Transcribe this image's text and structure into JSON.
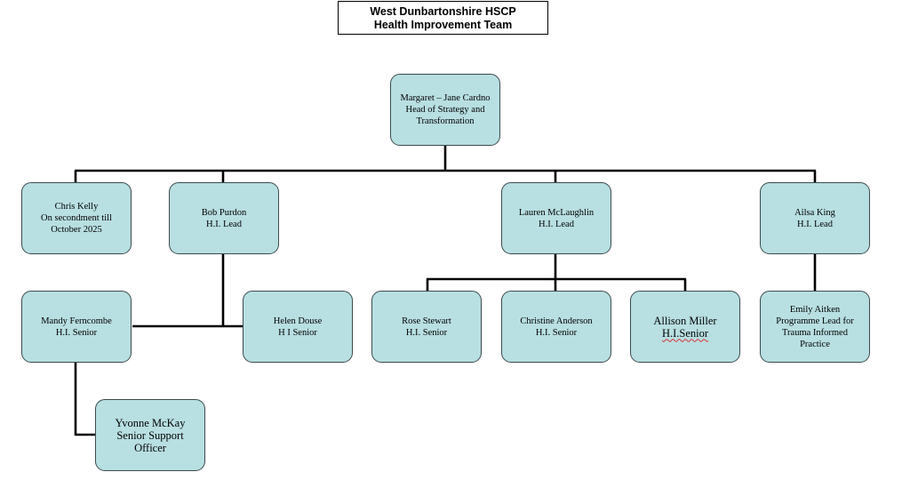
{
  "title": {
    "line1": "West Dunbartonshire HSCP",
    "line2": "Health Improvement Team"
  },
  "nodes": {
    "margaret": {
      "name": "Margaret – Jane Cardno",
      "role1": "Head of Strategy and",
      "role2": "Transformation"
    },
    "chris": {
      "name": "Chris Kelly",
      "role1": "On secondment till",
      "role2": "October 2025"
    },
    "bob": {
      "name": "Bob Purdon",
      "role": "H.I. Lead"
    },
    "lauren": {
      "name": "Lauren McLaughlin",
      "role": "H.I. Lead"
    },
    "ailsa": {
      "name": "Ailsa King",
      "role": "H.I. Lead"
    },
    "mandy": {
      "name": "Mandy Ferncombe",
      "role": "H.I. Senior"
    },
    "helen": {
      "name": "Helen Douse",
      "role": "H I Senior"
    },
    "rose": {
      "name": "Rose Stewart",
      "role": "H.I. Senior"
    },
    "christine": {
      "name": "Christine Anderson",
      "role": "H.I. Senior"
    },
    "allison": {
      "name": "Allison Miller",
      "role": "H.I.Senior"
    },
    "emily": {
      "name": "Emily Aitken",
      "role1": "Programme Lead for",
      "role2": "Trauma Informed",
      "role3": "Practice"
    },
    "yvonne": {
      "name": "Yvonne McKay",
      "role": "Senior Support Officer"
    }
  }
}
